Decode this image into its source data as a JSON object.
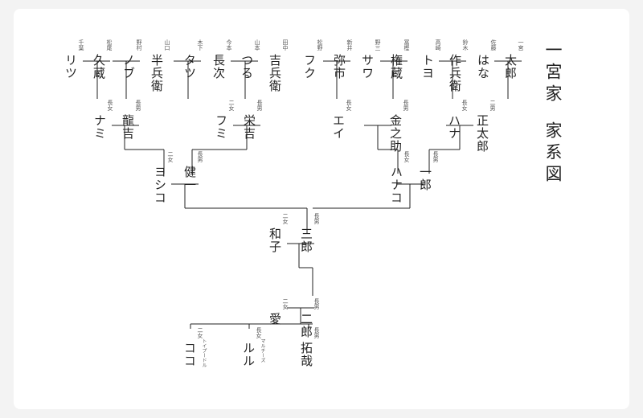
{
  "title": {
    "family": "一宮家",
    "chart": "家系図"
  },
  "people": [
    {
      "id": "tarou",
      "name": "太郎",
      "small": "一宮"
    },
    {
      "id": "hana_g",
      "name": "はな",
      "small": "佐藤"
    },
    {
      "id": "sahei",
      "name": "作兵衛",
      "small": "鈴木",
      "prefix": "鈴木"
    },
    {
      "id": "toyo",
      "name": "トヨ",
      "small": "高崎"
    },
    {
      "id": "gonzou",
      "name": "権蔵",
      "small": "冨樫"
    },
    {
      "id": "sawa",
      "name": "サワ",
      "small": "野三"
    },
    {
      "id": "yaichi",
      "name": "弥市",
      "small": "新井"
    },
    {
      "id": "fuku",
      "name": "フク",
      "small": "松野"
    },
    {
      "id": "kichibe",
      "name": "吉兵衛",
      "small": "田中"
    },
    {
      "id": "tsuru",
      "name": "つる",
      "small": "山本"
    },
    {
      "id": "chouji",
      "name": "長次",
      "small": "今本"
    },
    {
      "id": "tatsu",
      "name": "タツ",
      "small": "木下"
    },
    {
      "id": "hanbe",
      "name": "半兵衛",
      "small": "山口"
    },
    {
      "id": "nobu",
      "name": "ノブ",
      "small": "野村"
    },
    {
      "id": "kyuzo",
      "name": "久蔵",
      "small": "松尾"
    },
    {
      "id": "ritsu",
      "name": "リツ",
      "small": "千葉"
    },
    {
      "id": "shotarou",
      "name": "正太郎",
      "small": "二男"
    },
    {
      "id": "hana_p",
      "name": "ハナ",
      "small": "長女"
    },
    {
      "id": "kinnosuke",
      "name": "金之助",
      "small": "長男"
    },
    {
      "id": "ei",
      "name": "エイ",
      "small": "長女"
    },
    {
      "id": "eikichi",
      "name": "栄吉",
      "small": "長男"
    },
    {
      "id": "fumi",
      "name": "フミ",
      "small": "二女"
    },
    {
      "id": "ryukichi",
      "name": "龍吉",
      "small": "長男"
    },
    {
      "id": "nami",
      "name": "ナミ",
      "small": "長女"
    },
    {
      "id": "ichirou",
      "name": "一郎",
      "small": "長男"
    },
    {
      "id": "hanako",
      "name": "ハナコ",
      "small": "長女",
      "prefix": "長女"
    },
    {
      "id": "kenichi",
      "name": "健一",
      "small": "長男"
    },
    {
      "id": "yoshiko",
      "name": "ヨシコ",
      "small": "二女",
      "prefix": "二女"
    },
    {
      "id": "saburou",
      "name": "三郎",
      "small": "長男"
    },
    {
      "id": "kazuko",
      "name": "和子",
      "small": "二女"
    },
    {
      "id": "jirou",
      "name": "二郎",
      "small": "長男"
    },
    {
      "id": "ai",
      "name": "愛",
      "small": "二女"
    },
    {
      "id": "takuya",
      "name": "拓哉",
      "small": "長男"
    },
    {
      "id": "ruru",
      "name": "ルル",
      "small": "長女",
      "ruby": "マルチーズ"
    },
    {
      "id": "koko",
      "name": "ココ",
      "small": "二女",
      "ruby": "トイプードル"
    }
  ],
  "line_color": "#222222",
  "background": "#ffffff"
}
